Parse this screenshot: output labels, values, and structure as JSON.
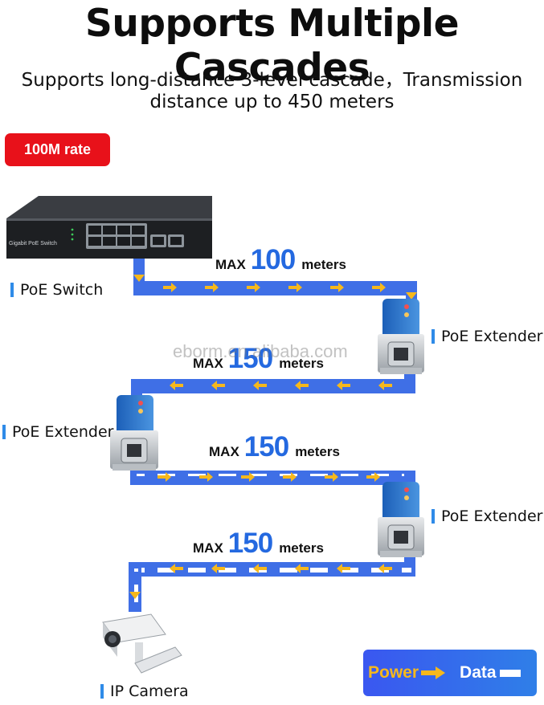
{
  "header": {
    "title": "Supports Multiple Cascades",
    "subtitle_line1": "Supports long-distance 3-level cascade，Transmission",
    "subtitle_line2": "distance up to 450 meters"
  },
  "rate_badge": "100M rate",
  "devices": {
    "switch_label": "PoE Switch",
    "switch_panel_text": "Gigabit PoE Switch",
    "extender1_label": "PoE Extender",
    "extender2_label": "PoE Extender",
    "extender3_label": "PoE Extender",
    "camera_label": "IP Camera"
  },
  "segments": [
    {
      "max": "MAX",
      "value": "100",
      "unit": "meters"
    },
    {
      "max": "MAX",
      "value": "150",
      "unit": "meters"
    },
    {
      "max": "MAX",
      "value": "150",
      "unit": "meters"
    },
    {
      "max": "MAX",
      "value": "150",
      "unit": "meters"
    }
  ],
  "watermark": "eborm.en.alibaba.com",
  "legend": {
    "power": "Power",
    "data": "Data"
  },
  "colors": {
    "accent_blue": "#2469e0",
    "cable_blue": "#3f6fe6",
    "power_orange": "#f6b81c",
    "badge_red": "#e8111a"
  }
}
